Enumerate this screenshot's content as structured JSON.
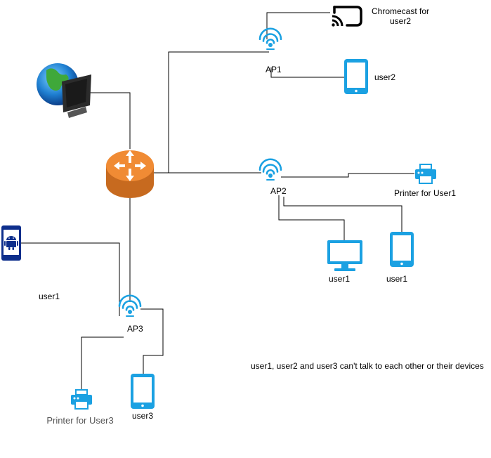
{
  "colors": {
    "device_blue": "#1ba1e2",
    "android_navy": "#0d2e8c",
    "router_orange": "#f08b34",
    "router_dark": "#c76a1f",
    "wire": "#000000"
  },
  "nodes": {
    "internet": {
      "icon": "globe-monitor-icon"
    },
    "router": {
      "icon": "router-icon"
    },
    "ap1": {
      "label": "AP1",
      "icon": "wifi-icon"
    },
    "ap2": {
      "label": "AP2",
      "icon": "wifi-icon"
    },
    "ap3": {
      "label": "AP3",
      "icon": "wifi-icon"
    },
    "chromecast": {
      "label_line1": "Chromecast for",
      "label_line2": "user2",
      "icon": "cast-icon"
    },
    "user2_tablet": {
      "label": "user2",
      "icon": "tablet-icon"
    },
    "printer_user1": {
      "label": "Printer for User1",
      "icon": "printer-icon"
    },
    "user1_monitor": {
      "label": "user1",
      "icon": "monitor-icon"
    },
    "user1_tablet": {
      "label": "user1",
      "icon": "tablet-icon"
    },
    "user1_android": {
      "label": "user1",
      "icon": "android-phone-icon"
    },
    "printer_user3": {
      "label": "Printer for User3",
      "icon": "printer-icon"
    },
    "user3_tablet": {
      "label": "user3",
      "icon": "tablet-icon"
    }
  },
  "note": "user1, user2 and user3 can't talk to each other or their devices"
}
